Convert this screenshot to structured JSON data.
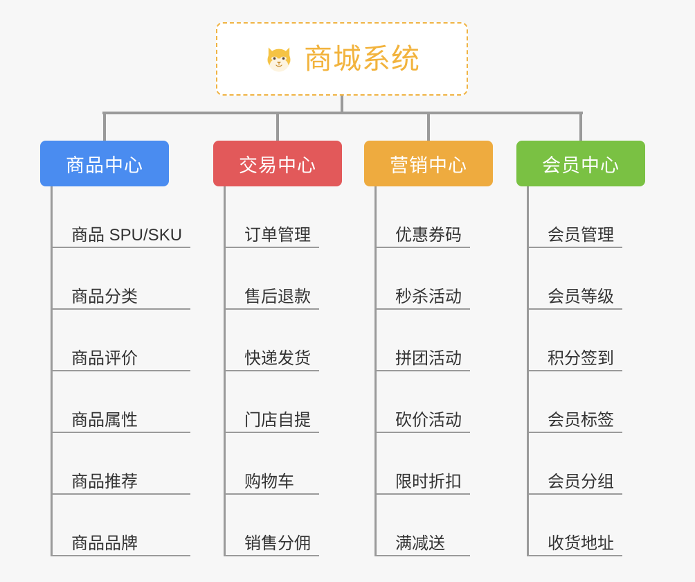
{
  "page": {
    "background_color": "#f7f7f7",
    "type": "mindmap",
    "line_color": "#9a9a9a"
  },
  "root": {
    "title": "商城系统",
    "icon": "shiba-dog-face-icon",
    "border_color": "#f0b445",
    "text_color": "#f2b33d",
    "background_color": "#ffffff"
  },
  "branches": [
    {
      "label": "商品中心",
      "color": "#4a8cf0",
      "width": 186,
      "items": [
        "商品 SPU/SKU",
        "商品分类",
        "商品评价",
        "商品属性",
        "商品推荐",
        "商品品牌"
      ]
    },
    {
      "label": "交易中心",
      "color": "#e2595a",
      "width": 186,
      "items": [
        "订单管理",
        "售后退款",
        "快递发货",
        "门店自提",
        "购物车",
        "销售分佣"
      ]
    },
    {
      "label": "营销中心",
      "color": "#eeab3f",
      "width": 186,
      "items": [
        "优惠券码",
        "秒杀活动",
        "拼团活动",
        "砍价活动",
        "限时折扣",
        "满减送"
      ]
    },
    {
      "label": "会员中心",
      "color": "#7ac143",
      "width": 186,
      "items": [
        "会员管理",
        "会员等级",
        "积分签到",
        "会员标签",
        "会员分组",
        "收货地址"
      ]
    }
  ]
}
